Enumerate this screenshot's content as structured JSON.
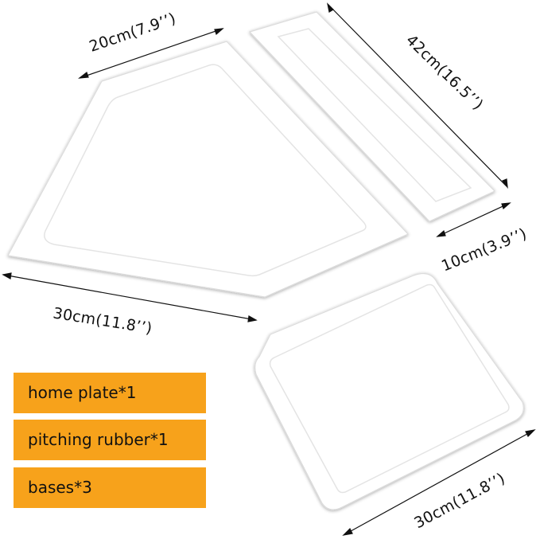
{
  "colors": {
    "legend_fill": "#f7a21b",
    "item_fill": "#ffffff",
    "item_edge": "#dcdcdc",
    "dimension_line": "#111111"
  },
  "dimensions": {
    "home_plate_top": "20cm(7.9’’)",
    "home_plate_width": "30cm(11.8’’)",
    "rubber_length": "42cm(16.5’’)",
    "rubber_width": "10cm(3.9’’)",
    "base_width": "30cm(11.8’’)"
  },
  "legend": {
    "items": [
      "home plate*1",
      "pitching rubber*1",
      "bases*3"
    ]
  }
}
